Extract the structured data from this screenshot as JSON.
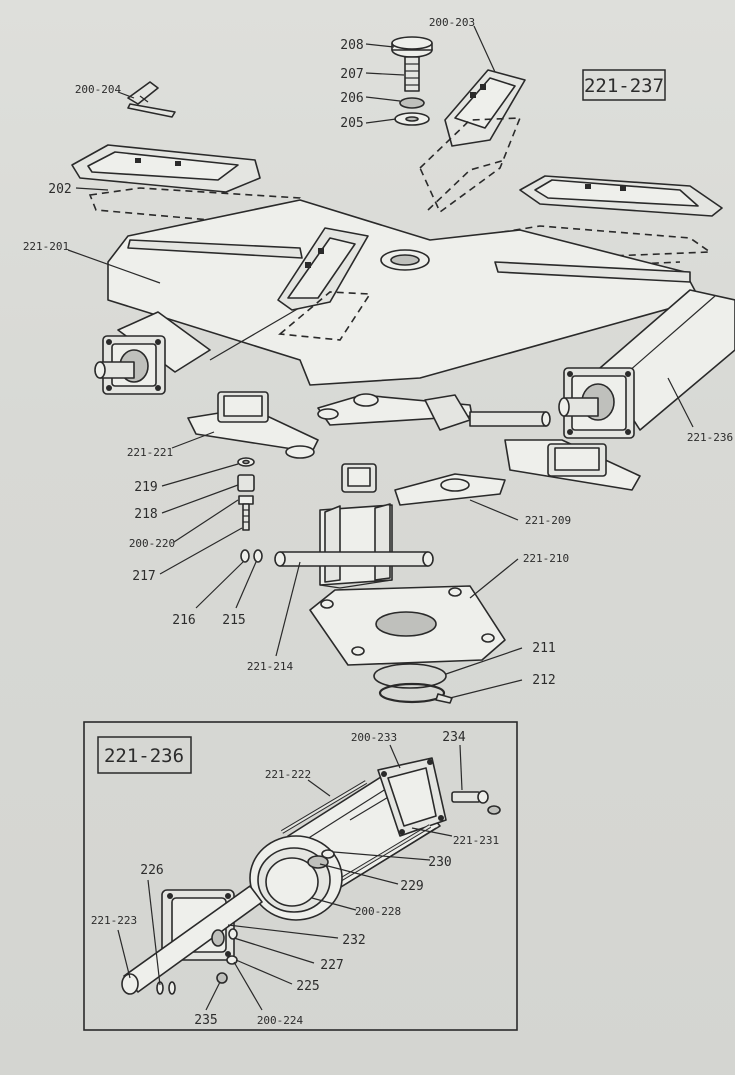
{
  "assembly_box_label": "221-237",
  "inset_box_label": "221-236",
  "labels": {
    "p200_203": "200-203",
    "p208": "208",
    "p207": "207",
    "p206": "206",
    "p205": "205",
    "p200_204": "200-204",
    "p202": "202",
    "p221_201": "221-201",
    "p221_236": "221-236",
    "p221_221": "221-221",
    "p219": "219",
    "p218": "218",
    "p200_220": "200-220",
    "p217": "217",
    "p216": "216",
    "p215": "215",
    "p221_214": "221-214",
    "p221_209": "221-209",
    "p221_210": "221-210",
    "p211": "211",
    "p212": "212",
    "p200_233": "200-233",
    "p234": "234",
    "p221_222": "221-222",
    "p221_231": "221-231",
    "p230": "230",
    "p229": "229",
    "p226": "226",
    "p200_228": "200-228",
    "p221_223": "221-223",
    "p232": "232",
    "p227": "227",
    "p225": "225",
    "p235": "235",
    "p200_224": "200-224"
  }
}
